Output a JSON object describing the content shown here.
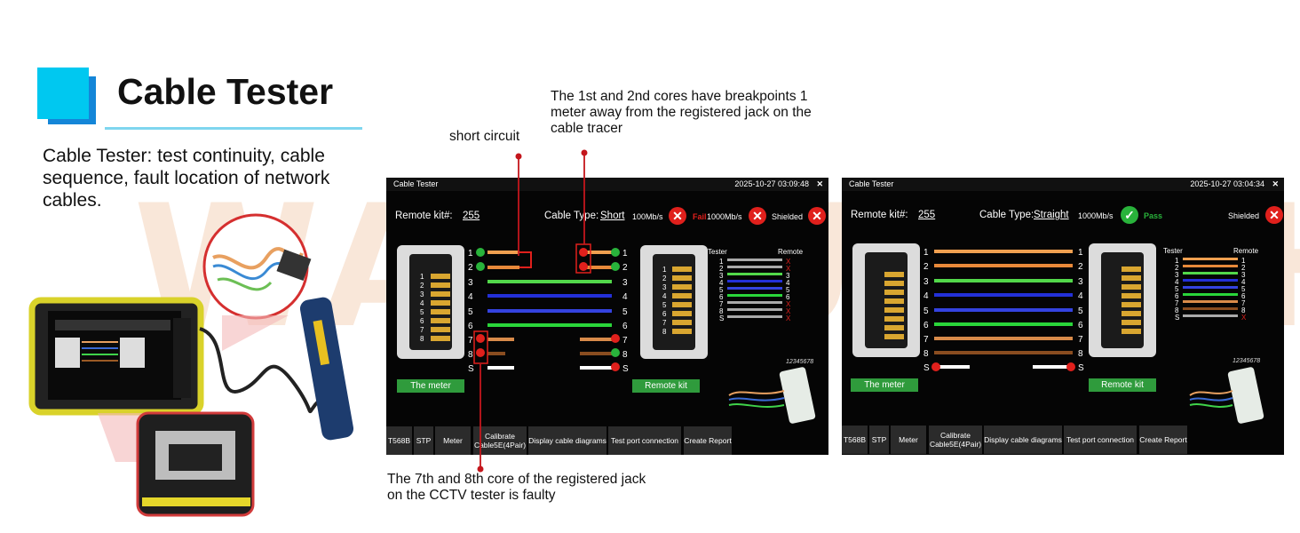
{
  "heading": "Cable Tester",
  "description": "Cable Tester: test continuity, cable sequence, fault location of network cables.",
  "watermark": "WANLUTECH",
  "annotations": {
    "short_circuit": "short circuit",
    "breakpoints": "The 1st and 2nd cores have breakpoints 1 meter away from the registered jack on the cable tracer",
    "faulty": "The 7th and 8th core of the registered jack on the CCTV tester is faulty"
  },
  "screens": [
    {
      "app_title": "Cable Tester",
      "datetime": "2025-10-27 03:09:48",
      "remote_kit_label": "Remote kit#:",
      "remote_kit_value": "255",
      "cable_type_label": "Cable Type:",
      "cable_type_value": "Short",
      "speed1": "100Mb/s",
      "result": "Fail",
      "speed2": "1000Mb/s",
      "shielded": "Shielded",
      "meter_label": "The meter",
      "remote_label": "Remote kit",
      "tester_col": "Tester",
      "remote_col": "Remote",
      "part_no": "12345678",
      "toolbar": [
        "T568B",
        "STP",
        "Meter",
        "Calibrate Cable5E(4Pair)",
        "Display cable diagrams",
        "Test port connection",
        "Create Report"
      ]
    },
    {
      "app_title": "Cable Tester",
      "datetime": "2025-10-27 03:04:34",
      "remote_kit_label": "Remote kit#:",
      "remote_kit_value": "255",
      "cable_type_label": "Cable Type:",
      "cable_type_value": "Straight",
      "speed1": "1000Mb/s",
      "result": "Pass",
      "shielded": "Shielded",
      "meter_label": "The meter",
      "remote_label": "Remote kit",
      "tester_col": "Tester",
      "remote_col": "Remote",
      "part_no": "12345678",
      "toolbar": [
        "T568B",
        "STP",
        "Meter",
        "Calibrate Cable5E(4Pair)",
        "Display cable diagrams",
        "Test port connection",
        "Create Report"
      ]
    }
  ],
  "pin_labels": [
    "1",
    "2",
    "3",
    "4",
    "5",
    "6",
    "7",
    "8",
    "S"
  ],
  "colors": {
    "accent": "#00c8f0",
    "accent_dark": "#1486d8",
    "fail": "#e0201c",
    "pass": "#29b33b",
    "button": "#2f9b3c"
  }
}
